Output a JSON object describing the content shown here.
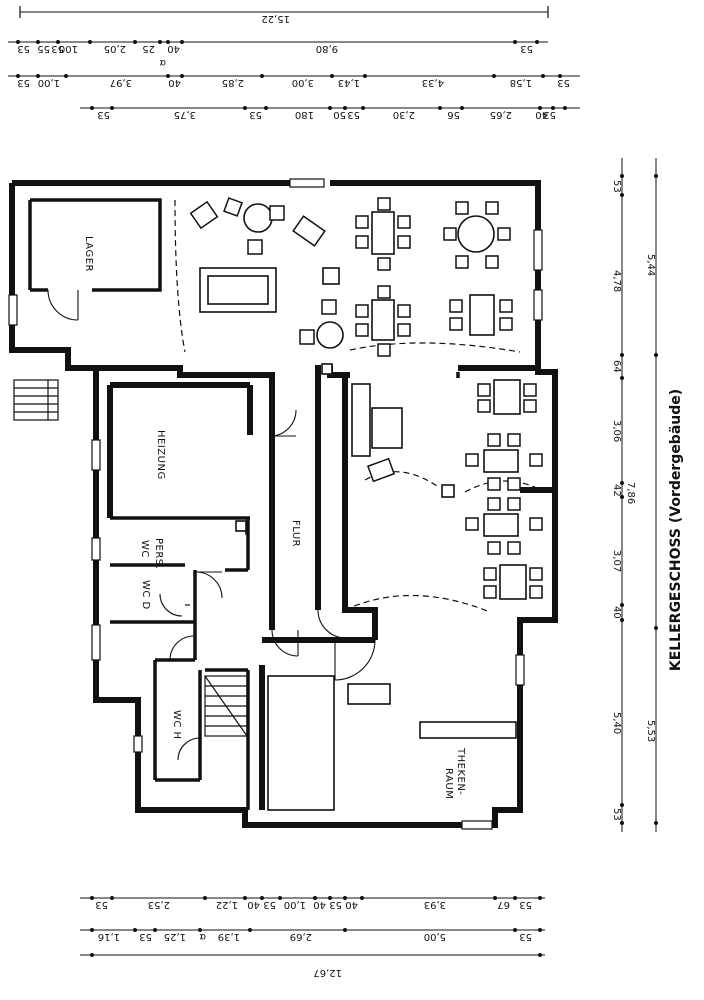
{
  "title": "KELLERGESCHOSS (Vordergebäude)",
  "rooms": {
    "lager": "LAGER",
    "heizung": "HEIZUNG",
    "flur": "FLUR",
    "wc_pers_1": "WC",
    "wc_pers_2": "PERS.",
    "wc_d": "WC D",
    "wc_h": "WC H",
    "theken_1": "THEKEN-",
    "theken_2": "RAUM"
  },
  "dims_top_row1": [
    "15,22"
  ],
  "dims_top_row2": [
    "53",
    "55",
    "53",
    "100",
    "2,05",
    "25",
    "40",
    "9,80",
    "53"
  ],
  "dims_top_row2_marker": "α",
  "dims_top_row3": [
    "53",
    "1,00",
    "3,97",
    "40",
    "2,85",
    "3,00",
    "1,43",
    "4,33",
    "1,58",
    "53"
  ],
  "dims_top_row4": [
    "53",
    "3,75",
    "53",
    "180",
    "50",
    "53",
    "2,30",
    "56",
    "2,65",
    "53",
    "40"
  ],
  "dims_right_row1": [
    "53",
    "4,78",
    "64",
    "3,06",
    "42",
    "3,07",
    "40",
    "5,40",
    "53"
  ],
  "dims_right_row2": [
    "5,44",
    "7,86",
    "5,53"
  ],
  "dims_bottom_row1": [
    "53",
    "2,53",
    "1,22",
    "40",
    "53",
    "1,00",
    "40",
    "53",
    "40",
    "3,93",
    "53",
    "67"
  ],
  "dims_bottom_row2": [
    "1,16",
    "53",
    "1,25",
    "α",
    "1,39",
    "2,69",
    "5,00",
    "53"
  ],
  "dims_bottom_row3": [
    "12,67"
  ]
}
